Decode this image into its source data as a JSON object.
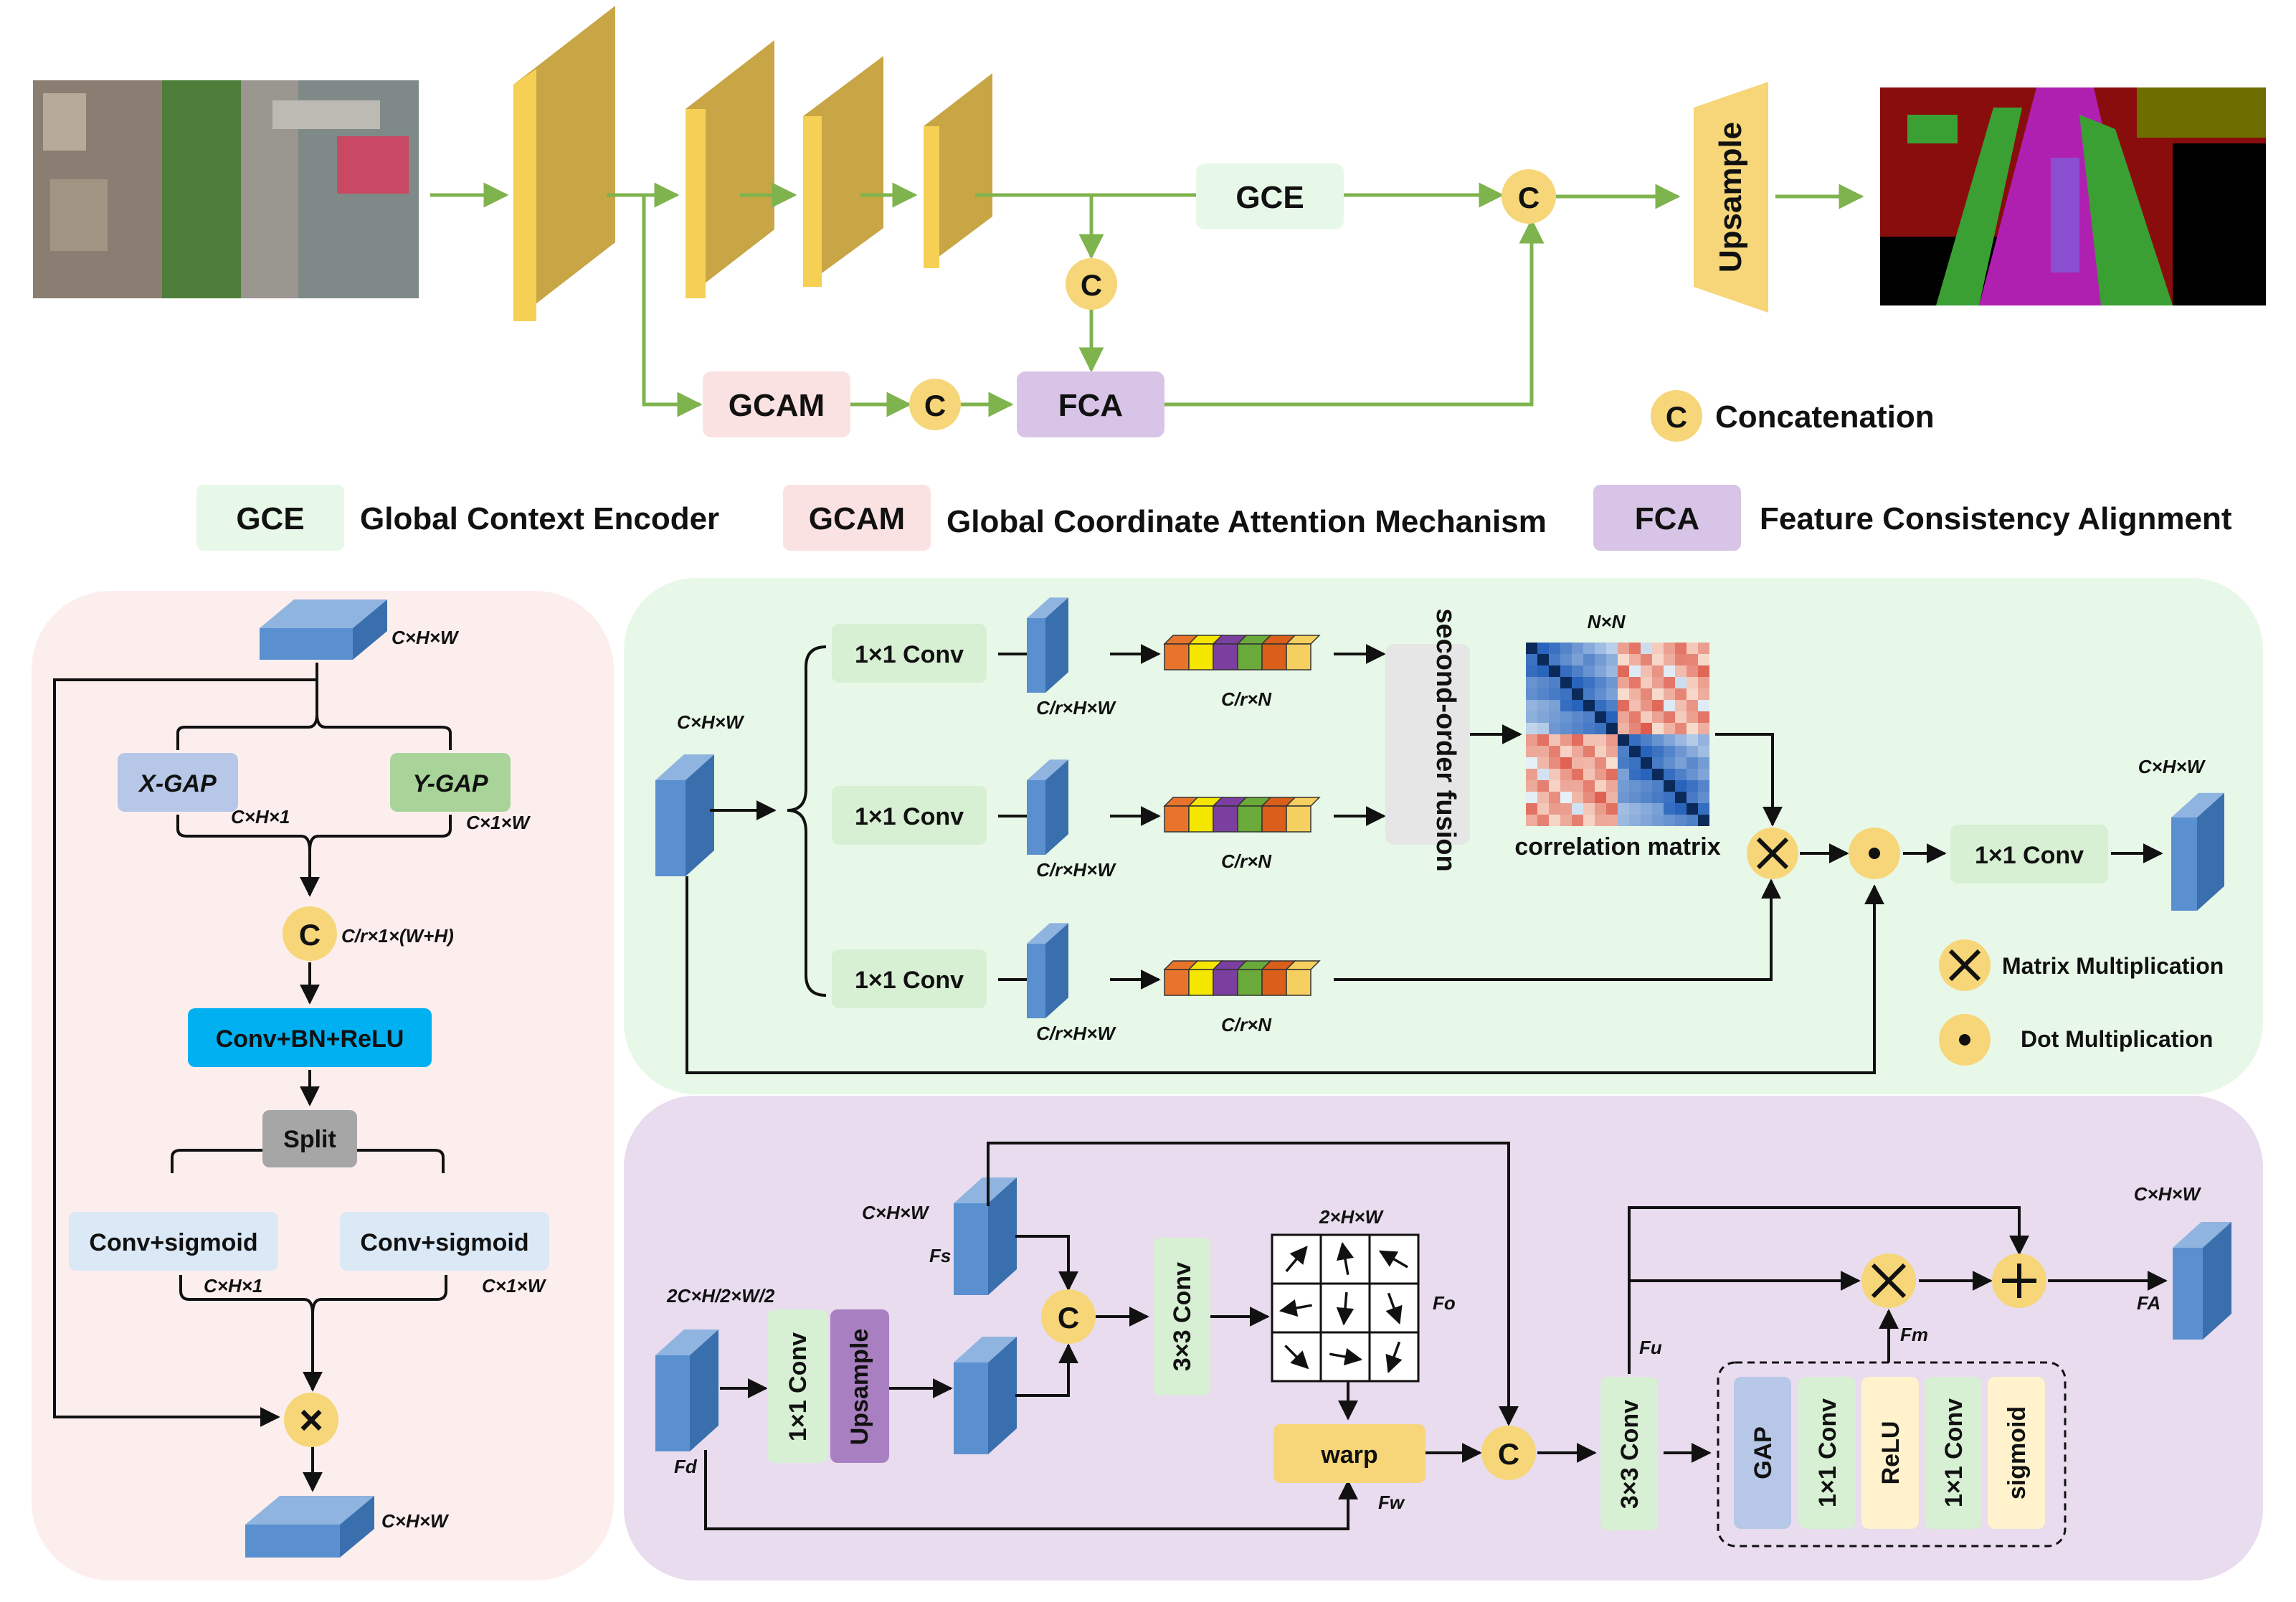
{
  "pipeline": {
    "gce": "GCE",
    "gcam": "GCAM",
    "fca": "FCA",
    "upsample": "Upsample",
    "concat_symbol": "C",
    "concat_legend": "Concatenation"
  },
  "legend": {
    "gce_short": "GCE",
    "gce_full": "Global Context Encoder",
    "gcam_short": "GCAM",
    "gcam_full": "Global Coordinate Attention Mechanism",
    "fca_short": "FCA",
    "fca_full": "Feature Consistency Alignment"
  },
  "gcam_panel": {
    "input_dim": "C×H×W",
    "xgap": "X-GAP",
    "ygap": "Y-GAP",
    "xgap_dim": "C×H×1",
    "ygap_dim": "C×1×W",
    "concat": "C",
    "concat_dim": "C/r×1×(W+H)",
    "conv_bn_relu": "Conv+BN+ReLU",
    "split": "Split",
    "conv_sig_left": "Conv+sigmoid",
    "conv_sig_right": "Conv+sigmoid",
    "left_dim": "C×H×1",
    "right_dim": "C×1×W",
    "mult": "×",
    "output_dim": "C×H×W"
  },
  "gce_panel": {
    "input_dim": "C×H×W",
    "conv": "1×1 Conv",
    "feat_dim": "C/r×H×W",
    "vec_dim": "C/r×N",
    "fusion": "second-order fusion",
    "matrix_dim": "N×N",
    "matrix_label": "correlation matrix",
    "out_conv": "1×1 Conv",
    "output_dim": "C×H×W",
    "legend_mm": "Matrix Multiplication",
    "legend_dot": "Dot Multiplication",
    "vector_colors": [
      "#e8742c",
      "#f5e600",
      "#7b3fa0",
      "#6aaa3a",
      "#d95f1a",
      "#f5d060"
    ]
  },
  "fca_panel": {
    "fd_dim": "2C×H/2×W/2",
    "fd": "Fd",
    "conv1": "1×1 Conv",
    "upsample": "Upsample",
    "fs_dim": "C×H×W",
    "fs": "Fs",
    "concat": "C",
    "conv3": "3×3 Conv",
    "flow_dim": "2×H×W",
    "fo": "Fo",
    "warp": "warp",
    "fw": "Fw",
    "concat2": "C",
    "conv3b": "3×3 Conv",
    "fu": "Fu",
    "gap": "GAP",
    "c1": "1×1 Conv",
    "relu": "ReLU",
    "c2": "1×1 Conv",
    "sig": "sigmoid",
    "fm": "Fm",
    "output_dim": "C×H×W",
    "fa": "FA"
  }
}
